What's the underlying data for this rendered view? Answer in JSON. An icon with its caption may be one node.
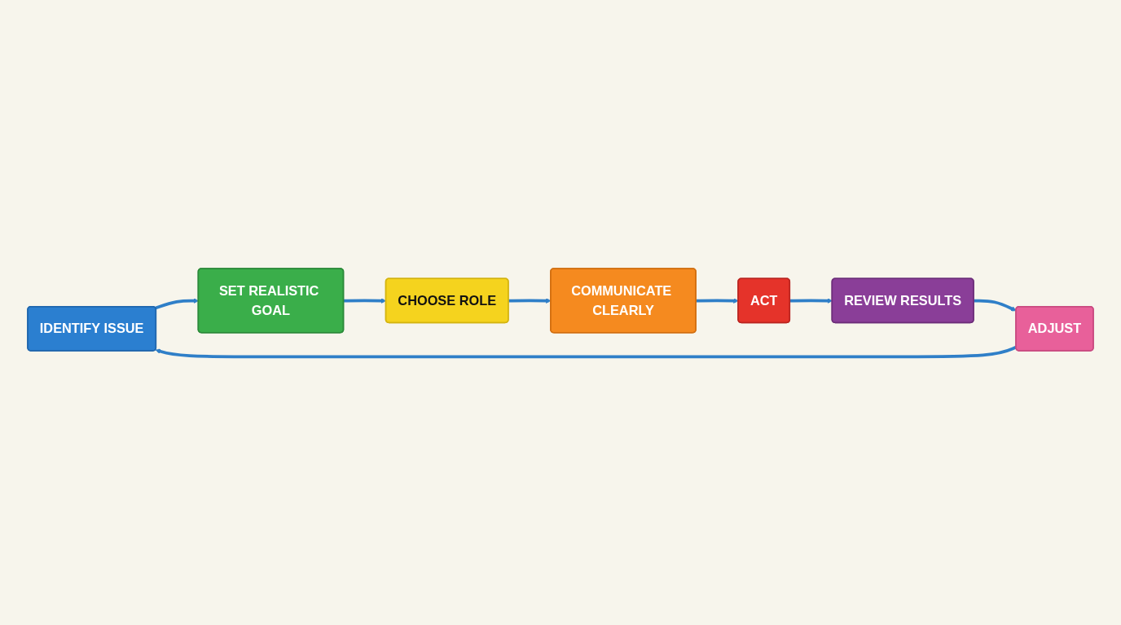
{
  "diagram": {
    "nodes": [
      {
        "text": [
          "IDENTIFY ISSUE"
        ]
      },
      {
        "text": [
          "SET REALISTIC GOAL"
        ]
      },
      {
        "text": [
          "CHOOSE ROLE"
        ]
      },
      {
        "text": [
          "COMMUNICATE CLEARLY"
        ]
      },
      {
        "text": [
          "ACT"
        ]
      },
      {
        "text": [
          "REVIEW RESULTS"
        ]
      },
      {
        "text": [
          "ADJUST"
        ]
      }
    ],
    "edges": [
      {
        "from": 0,
        "to": 1,
        "arrow": "to"
      },
      {
        "from": 1,
        "to": 2,
        "arrow": "to"
      },
      {
        "from": 2,
        "to": 3,
        "arrow": "to"
      },
      {
        "from": 3,
        "to": 4,
        "arrow": "to"
      },
      {
        "from": 4,
        "to": 5,
        "arrow": "to"
      },
      {
        "from": 5,
        "to": 6,
        "arrow": "to"
      },
      {
        "from": 6,
        "to": 0,
        "arrow": "to"
      }
    ]
  }
}
